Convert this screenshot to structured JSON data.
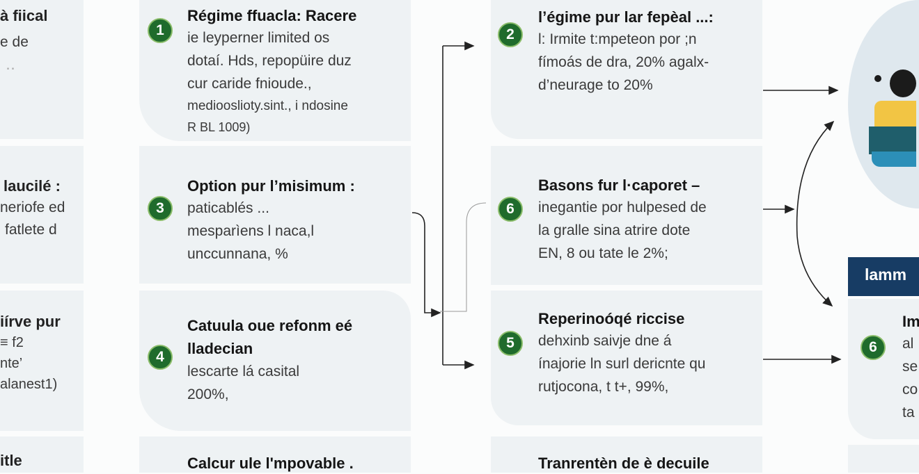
{
  "left_column": [
    {
      "title": "à fiical",
      "lines": [
        "e de",
        "․․"
      ]
    },
    {
      "title": "laucilé :",
      "lines": [
        "neriofe ed",
        "fatlete d"
      ]
    },
    {
      "title": "iírve pur",
      "lines": [
        "≡ f2",
        "nte’",
        "alanest1)"
      ]
    },
    {
      "title": "itle",
      "lines": []
    }
  ],
  "middle_column": [
    {
      "badge": "1",
      "title": "Régime ffuacla: Racere",
      "lines": [
        "ie leyperner limited os",
        "dotaí. Hds, repopüire duz",
        "cur caride fnioude.,",
        "mediooslioty.sint., i ndosine",
        "R BL 1009)"
      ]
    },
    {
      "badge": "3",
      "title": "Option pur l’misimum :",
      "lines": [
        "paticablés ...",
        "mesparìens l naca,l",
        "unccunnana, %"
      ]
    },
    {
      "badge": "4",
      "title": "Catuula oue refonm eé lladecian",
      "lines": [
        "lescarte lá casital",
        "200%,"
      ]
    },
    {
      "title": "Calcur ule l'mpovable .",
      "lines": []
    }
  ],
  "right_column": [
    {
      "badge": "2",
      "title": "l’égime pur lar fepèal ...:",
      "lines": [
        "l: Irmite t:mpeteon por ;n",
        "fímoás de dra, 20% agalx-",
        "d’neurage to 20%"
      ]
    },
    {
      "badge": "6",
      "title": "Basons fur l·caporet –",
      "lines": [
        "inegantie por hulpesed de",
        "la gralle sina atrire dote",
        "EN, 8 ou tate le 2%;"
      ]
    },
    {
      "badge": "5",
      "title": "Reperinoóqé riccise",
      "lines": [
        "dehxinb saivje dne á",
        "ínajorie ln surl dericnte qu",
        "rutjocona, t t+, 99%,"
      ]
    },
    {
      "title": "Tranrentèn de è decuile",
      "lines": []
    }
  ],
  "far_right": {
    "banner": "lamm",
    "card": {
      "badge": "6",
      "title": "Im",
      "lines": [
        "al",
        "se",
        "co",
        "ta"
      ]
    }
  },
  "colors": {
    "badge": "#1f6b2c",
    "card": "#eef2f4",
    "banner": "#173c64"
  }
}
